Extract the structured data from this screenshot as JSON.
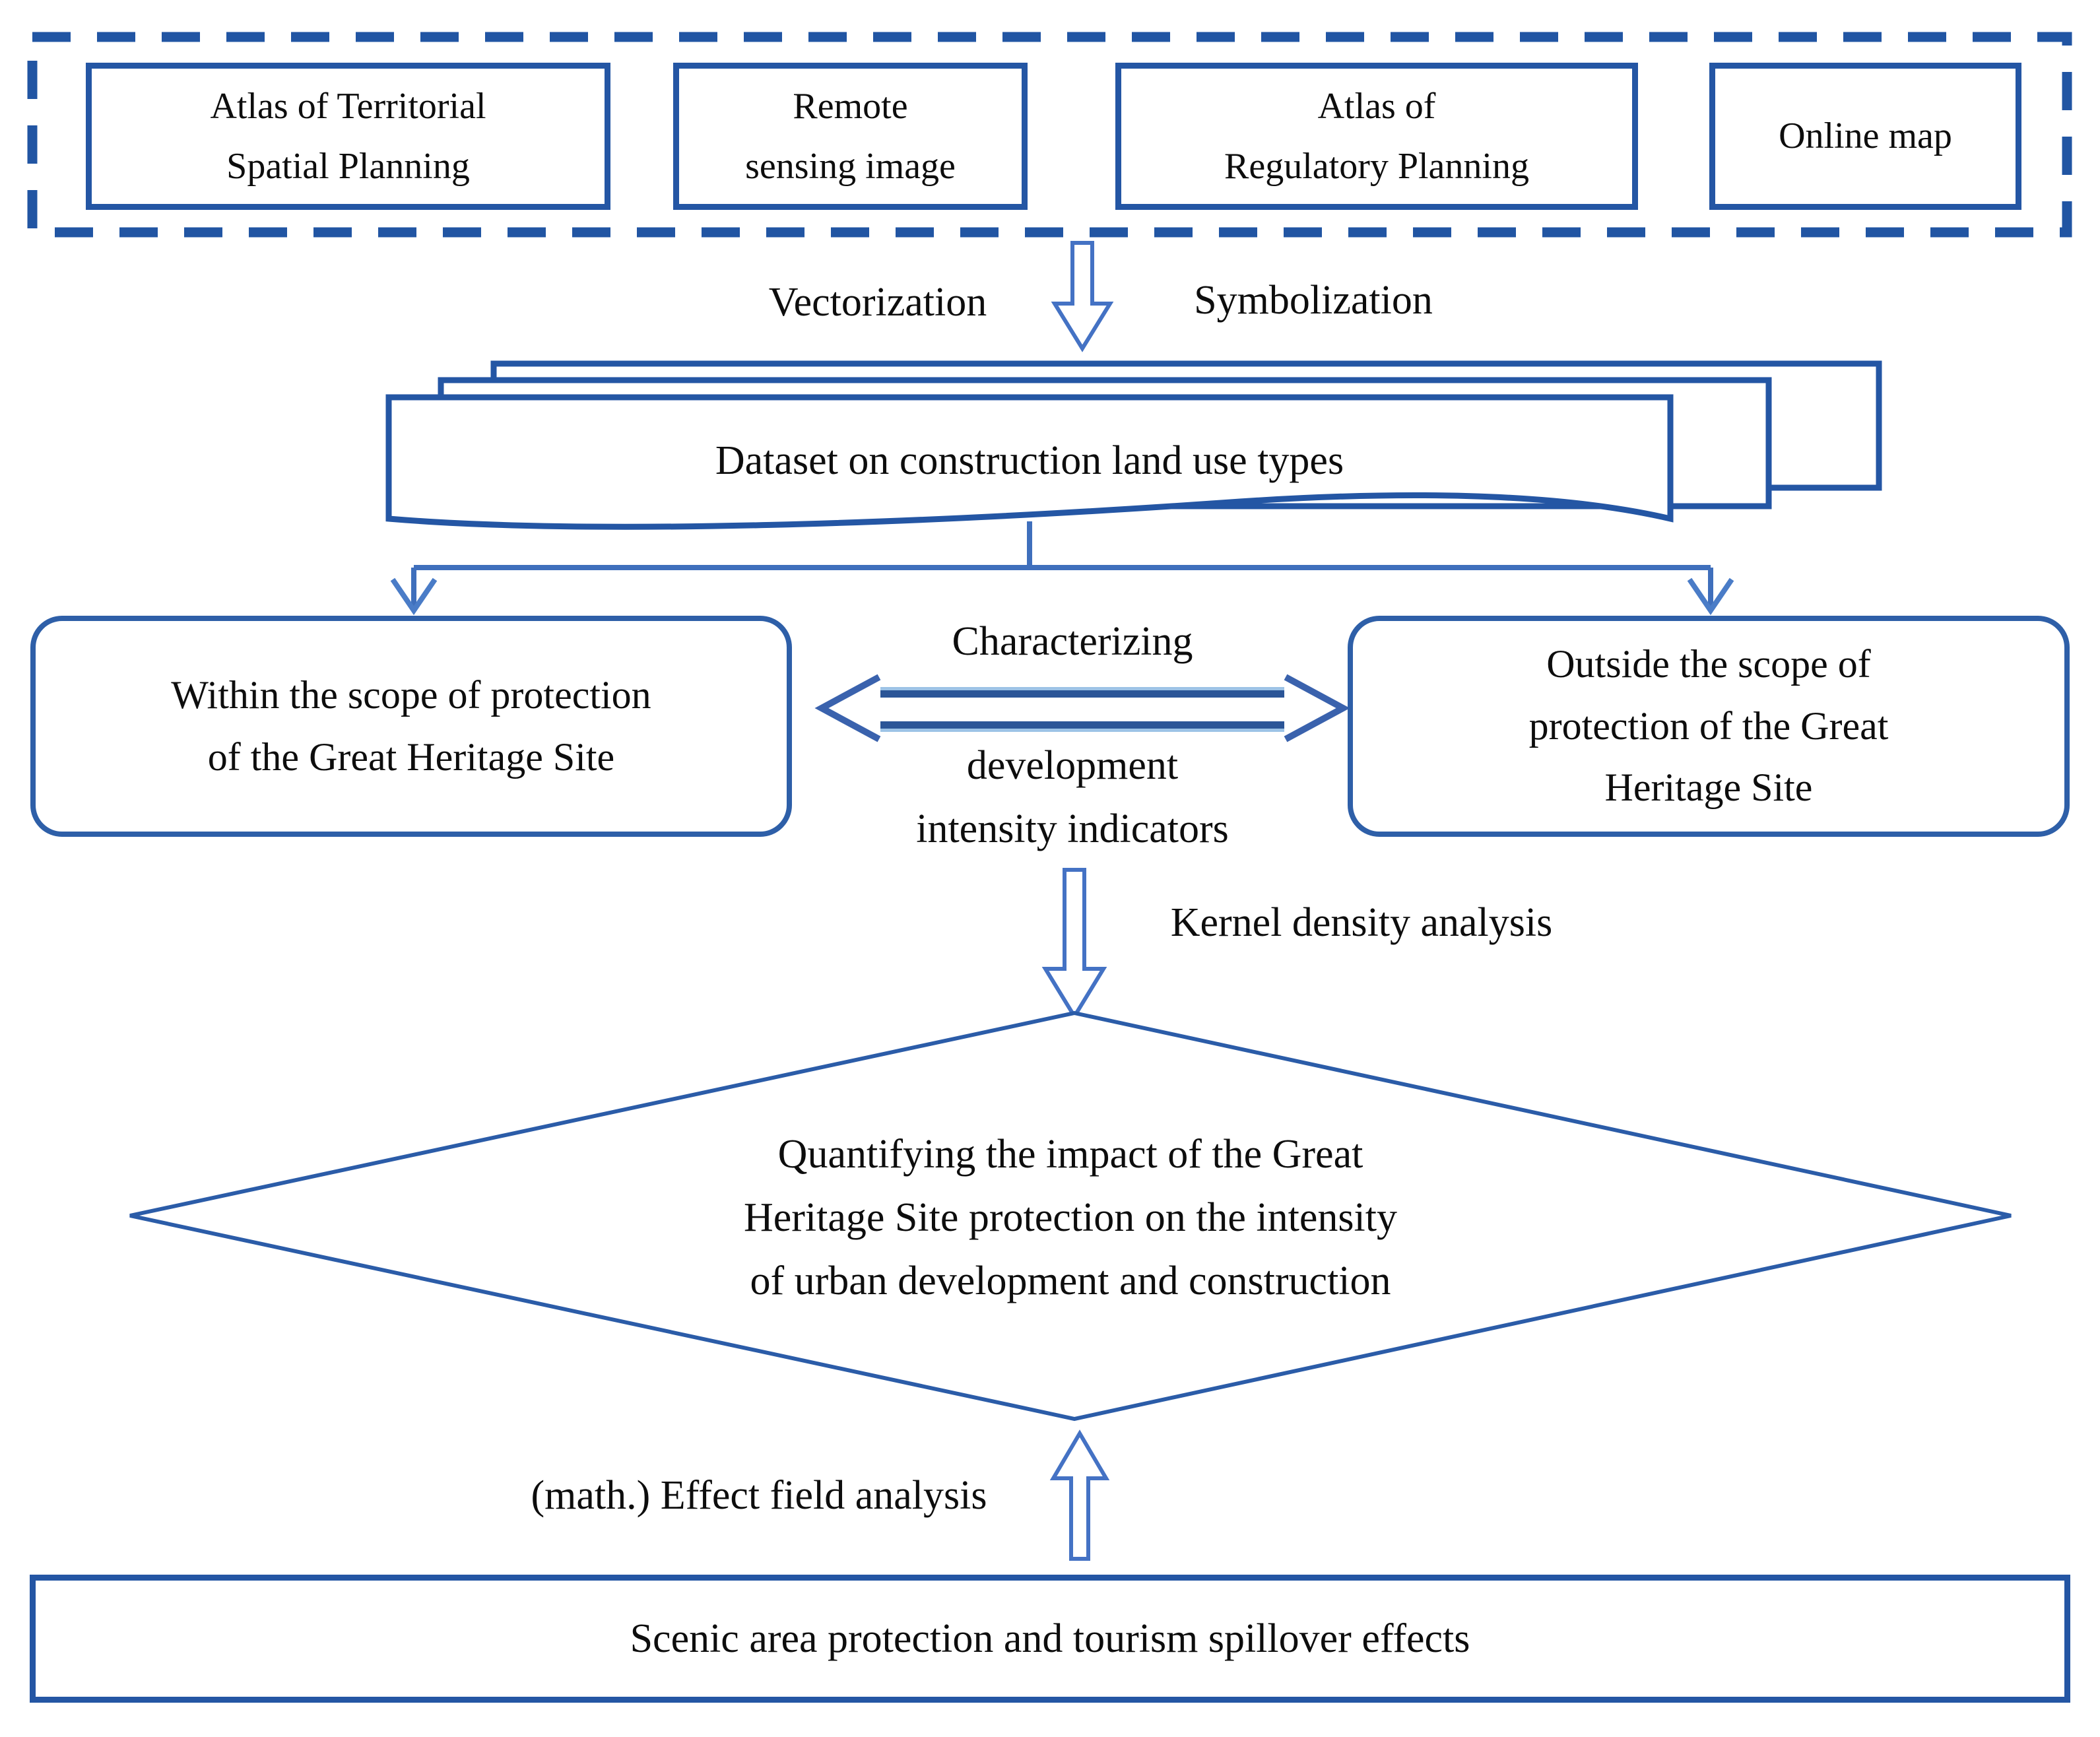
{
  "palette": {
    "dark_border": "#2456a4",
    "dashed_border": "#2155a3",
    "rounded_border": "#2e5fa8",
    "connector_blue": "#3f6fbc",
    "arrowhead_blue": "#4a7cc7",
    "block_arrow_outline": "#4472c4",
    "double_arrow_dark": "#2b5597",
    "double_arrow_light": "#9dc3e6",
    "diamond_border": "#2b5ca8",
    "text": "#0d0d0d",
    "background": "#ffffff"
  },
  "sources": {
    "box1": "Atlas of Territorial\nSpatial Planning",
    "box2": "Remote\nsensing image",
    "box3": "Atlas of\nRegulatory Planning",
    "box4": "Online map"
  },
  "transform_arrow": {
    "left_label": "Vectorization",
    "right_label": "Symbolization"
  },
  "dataset": {
    "label": "Dataset on construction land use types"
  },
  "branch": {
    "left_box": "Within the scope of protection\nof the Great Heritage Site",
    "right_box": "Outside the scope of\nprotection of the Great\nHeritage Site",
    "center_label_top": "Characterizing",
    "center_label_bottom": "development\nintensity indicators"
  },
  "kernel_arrow": {
    "label": "Kernel density analysis"
  },
  "decision": {
    "label": "Quantifying the impact of the Great\nHeritage Site protection on the intensity\nof urban development and construction"
  },
  "effect_arrow": {
    "label": "(math.) Effect field analysis"
  },
  "result": {
    "label": "Scenic area protection and tourism spillover effects"
  }
}
